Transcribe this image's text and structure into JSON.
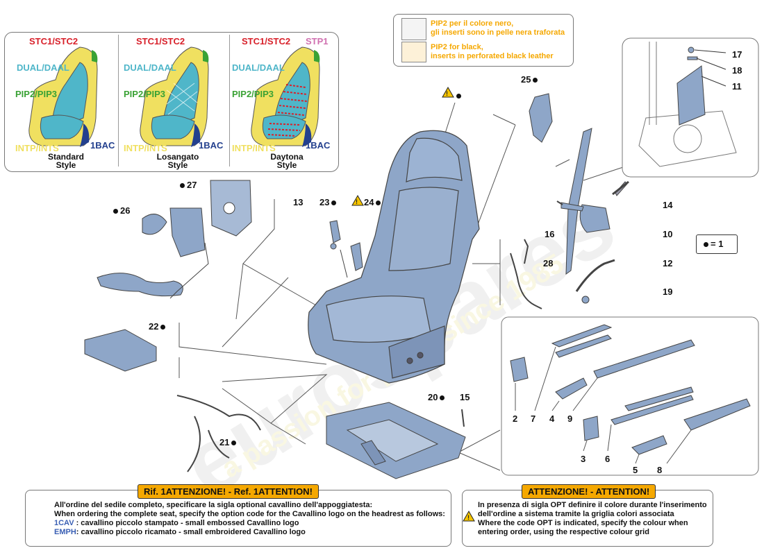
{
  "styles": [
    {
      "name": "Standard\nStyle",
      "top_label": "STC1/STC2",
      "dual": "DUAL/DAAL",
      "pip": "PIP2/PIP3",
      "intp": "INTP/INTS",
      "bac": "1BAC",
      "extra": ""
    },
    {
      "name": "Losangato\nStyle",
      "top_label": "STC1/STC2",
      "dual": "DUAL/DAAL",
      "pip": "PIP2/PIP3",
      "intp": "INTP/INTS",
      "bac": "1BAC",
      "extra": ""
    },
    {
      "name": "Daytona\nStyle",
      "top_label": "STC1/STC2",
      "dual": "DUAL/DAAL",
      "pip": "PIP2/PIP3",
      "intp": "INTP/INTS",
      "bac": "1BAC",
      "extra": "STP1"
    }
  ],
  "pip_note": {
    "it": "PIP2 per il colore nero,\ngli inserti sono in pelle nera traforata",
    "en": "PIP2 for black,\ninserts in perforated black leather"
  },
  "legend": {
    "label": "= 1"
  },
  "part_numbers": {
    "p25": "25",
    "p27": "27",
    "p26": "26",
    "p13": "13",
    "p23": "23",
    "p24": "24",
    "p22": "22",
    "p21": "21",
    "p20": "20",
    "p15": "15",
    "p14": "14",
    "p10": "10",
    "p16": "16",
    "p28": "28",
    "p12": "12",
    "p19": "19",
    "p17": "17",
    "p18": "18",
    "p11": "11",
    "p2": "2",
    "p7": "7",
    "p4": "4",
    "p9": "9",
    "p3": "3",
    "p6": "6",
    "p5": "5",
    "p8": "8"
  },
  "note_left": {
    "title": "Rif. 1ATTENZIONE! - Ref. 1ATTENTION!",
    "line1": "All'ordine del sedile completo, specificare la sigla optional cavallino dell'appoggiatesta:",
    "line2": "When ordering the complete seat, specify the option code for the Cavallino logo on the headrest as follows:",
    "code1": "1CAV",
    "line3": " : cavallino piccolo stampato - small embossed Cavallino logo",
    "code2": "EMPH",
    "line4": ": cavallino piccolo ricamato - small embroidered Cavallino logo"
  },
  "note_right": {
    "title": "ATTENZIONE! - ATTENTION!",
    "line1": "In presenza di sigla OPT definire il colore durante l'inserimento",
    "line2": "dell'ordine a sistema tramite la griglia colori associata",
    "line3": "Where the code OPT is indicated, specify the colour when",
    "line4": "entering order, using the respective colour grid"
  },
  "colors": {
    "stc": "#d8202a",
    "dual": "#4fb6c9",
    "pip": "#3aa235",
    "intp": "#f0e060",
    "bac": "#23408e",
    "stp": "#d070b0",
    "part_fill": "#8ea6c8",
    "accent": "#f5a800"
  }
}
